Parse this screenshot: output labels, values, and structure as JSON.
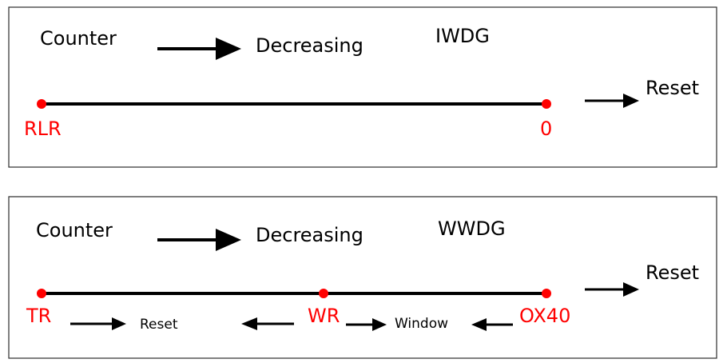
{
  "iwdg": {
    "counter": "Counter",
    "decreasing": "Decreasing",
    "name": "IWDG",
    "reset": "Reset",
    "start_point": "RLR",
    "end_point": "0"
  },
  "wwdg": {
    "counter": "Counter",
    "decreasing": "Decreasing",
    "name": "WWDG",
    "reset": "Reset",
    "start_point": "TR",
    "mid_point": "WR",
    "end_point": "OX40",
    "early_region_label": "Reset",
    "window_region_label": "Window"
  },
  "colors": {
    "point_label": "#ff0000",
    "point_dot": "#ff0000",
    "line": "#000000"
  }
}
